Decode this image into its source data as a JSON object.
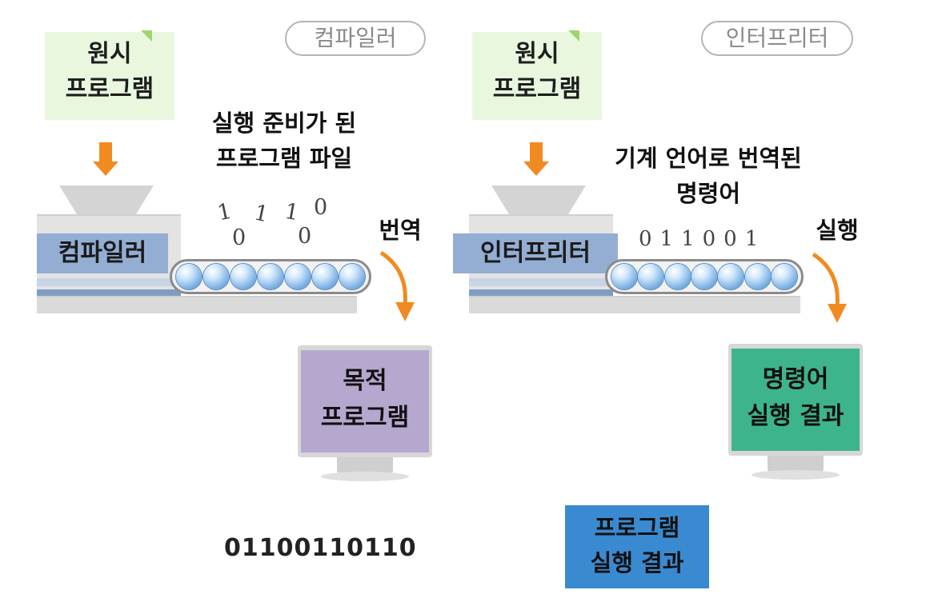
{
  "compiler": {
    "title": "컴파일러",
    "source_line1": "원시",
    "source_line2": "프로그램",
    "machine_label": "컴파일러",
    "output_line1": "실행 준비가 된",
    "output_line2": "프로그램 파일",
    "binary_digits": [
      "1",
      "1",
      "1",
      "0",
      "0",
      "0"
    ],
    "action": "번역",
    "result_line1": "목적",
    "result_line2": "프로그램",
    "result_color": "#b6a7cf"
  },
  "interpreter": {
    "title": "인터프리터",
    "source_line1": "원시",
    "source_line2": "프로그램",
    "machine_label": "인터프리터",
    "output_line1": "기계 언어로 번역된",
    "output_line2": "명령어",
    "binary_string": "011001",
    "action": "실행",
    "result_line1": "명령어",
    "result_line2": "실행 결과",
    "result_color": "#3db48c"
  },
  "bottom": {
    "binary": "01100110110",
    "result_line1": "프로그램",
    "result_line2": "실행 결과",
    "result_color": "#3a8ad1"
  },
  "colors": {
    "arrow": "#f28a22",
    "source_bg": "#e9f7df",
    "machine_label_bg": "#94add3",
    "ball": "#6fa8e0"
  }
}
